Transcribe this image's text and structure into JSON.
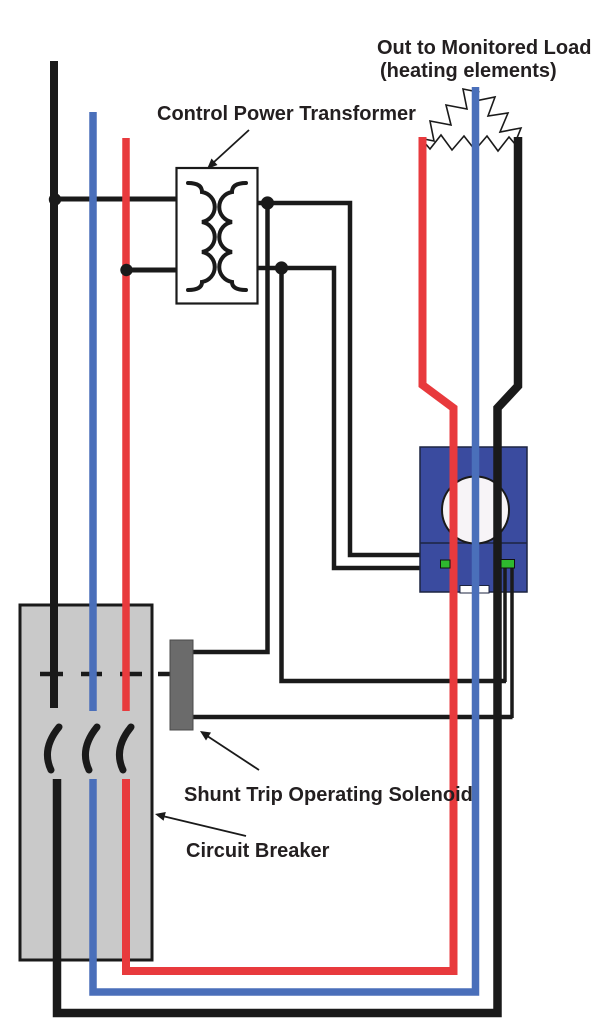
{
  "labels": {
    "transformer": "Control Power Transformer",
    "load_line1": "Out to Monitored Load",
    "load_line2": "(heating elements)",
    "solenoid": "Shunt Trip Operating Solenoid",
    "breaker": "Circuit Breaker"
  },
  "colors": {
    "wire_red": "#e83a3d",
    "wire_blue": "#4a6fba",
    "wire_black": "#1a1a1a",
    "sensor_body": "#3a4b9f",
    "sensor_window": "#f7f4f7",
    "led_green": "#2eb82e",
    "breaker_fill": "#c9c9c9",
    "solenoid_fill": "#6b6b6b",
    "text": "#231f20",
    "background": "#ffffff"
  }
}
